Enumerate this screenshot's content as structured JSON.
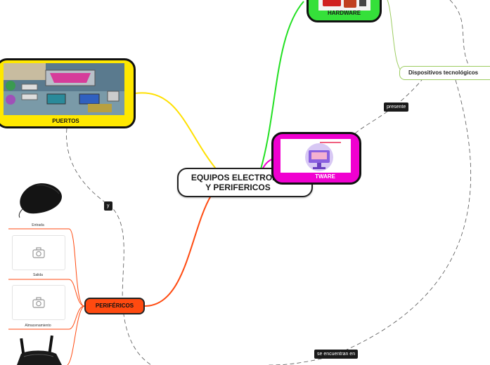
{
  "central": {
    "line1": "EQUIPOS ELECTRONICOS",
    "line2": "Y PERIFERICOS"
  },
  "puertos": {
    "label": "PUERTOS"
  },
  "hardware": {
    "label": "HARDWARE"
  },
  "software": {
    "label": "TWARE"
  },
  "perifericos": {
    "label": "PERIFÉRICOS"
  },
  "dispositivos": {
    "label": "Dispositivos tecnológicos"
  },
  "connectors": {
    "presente": "presente",
    "y": "y",
    "se_encuentran_en": "se encuentran en"
  },
  "subtopics": [
    {
      "label": "Entrada",
      "icon": "mouse-icon"
    },
    {
      "label": "Salida",
      "icon": "camera-icon"
    },
    {
      "label": "Almacenamiento",
      "icon": "camera-icon"
    },
    {
      "label": "",
      "icon": "router-icon"
    }
  ],
  "colors": {
    "puertos": "#ffe800",
    "hardware": "#35e03a",
    "software": "#f000d0",
    "perifericos": "#ff4a10",
    "dispositivos_line": "#9ccc60"
  }
}
